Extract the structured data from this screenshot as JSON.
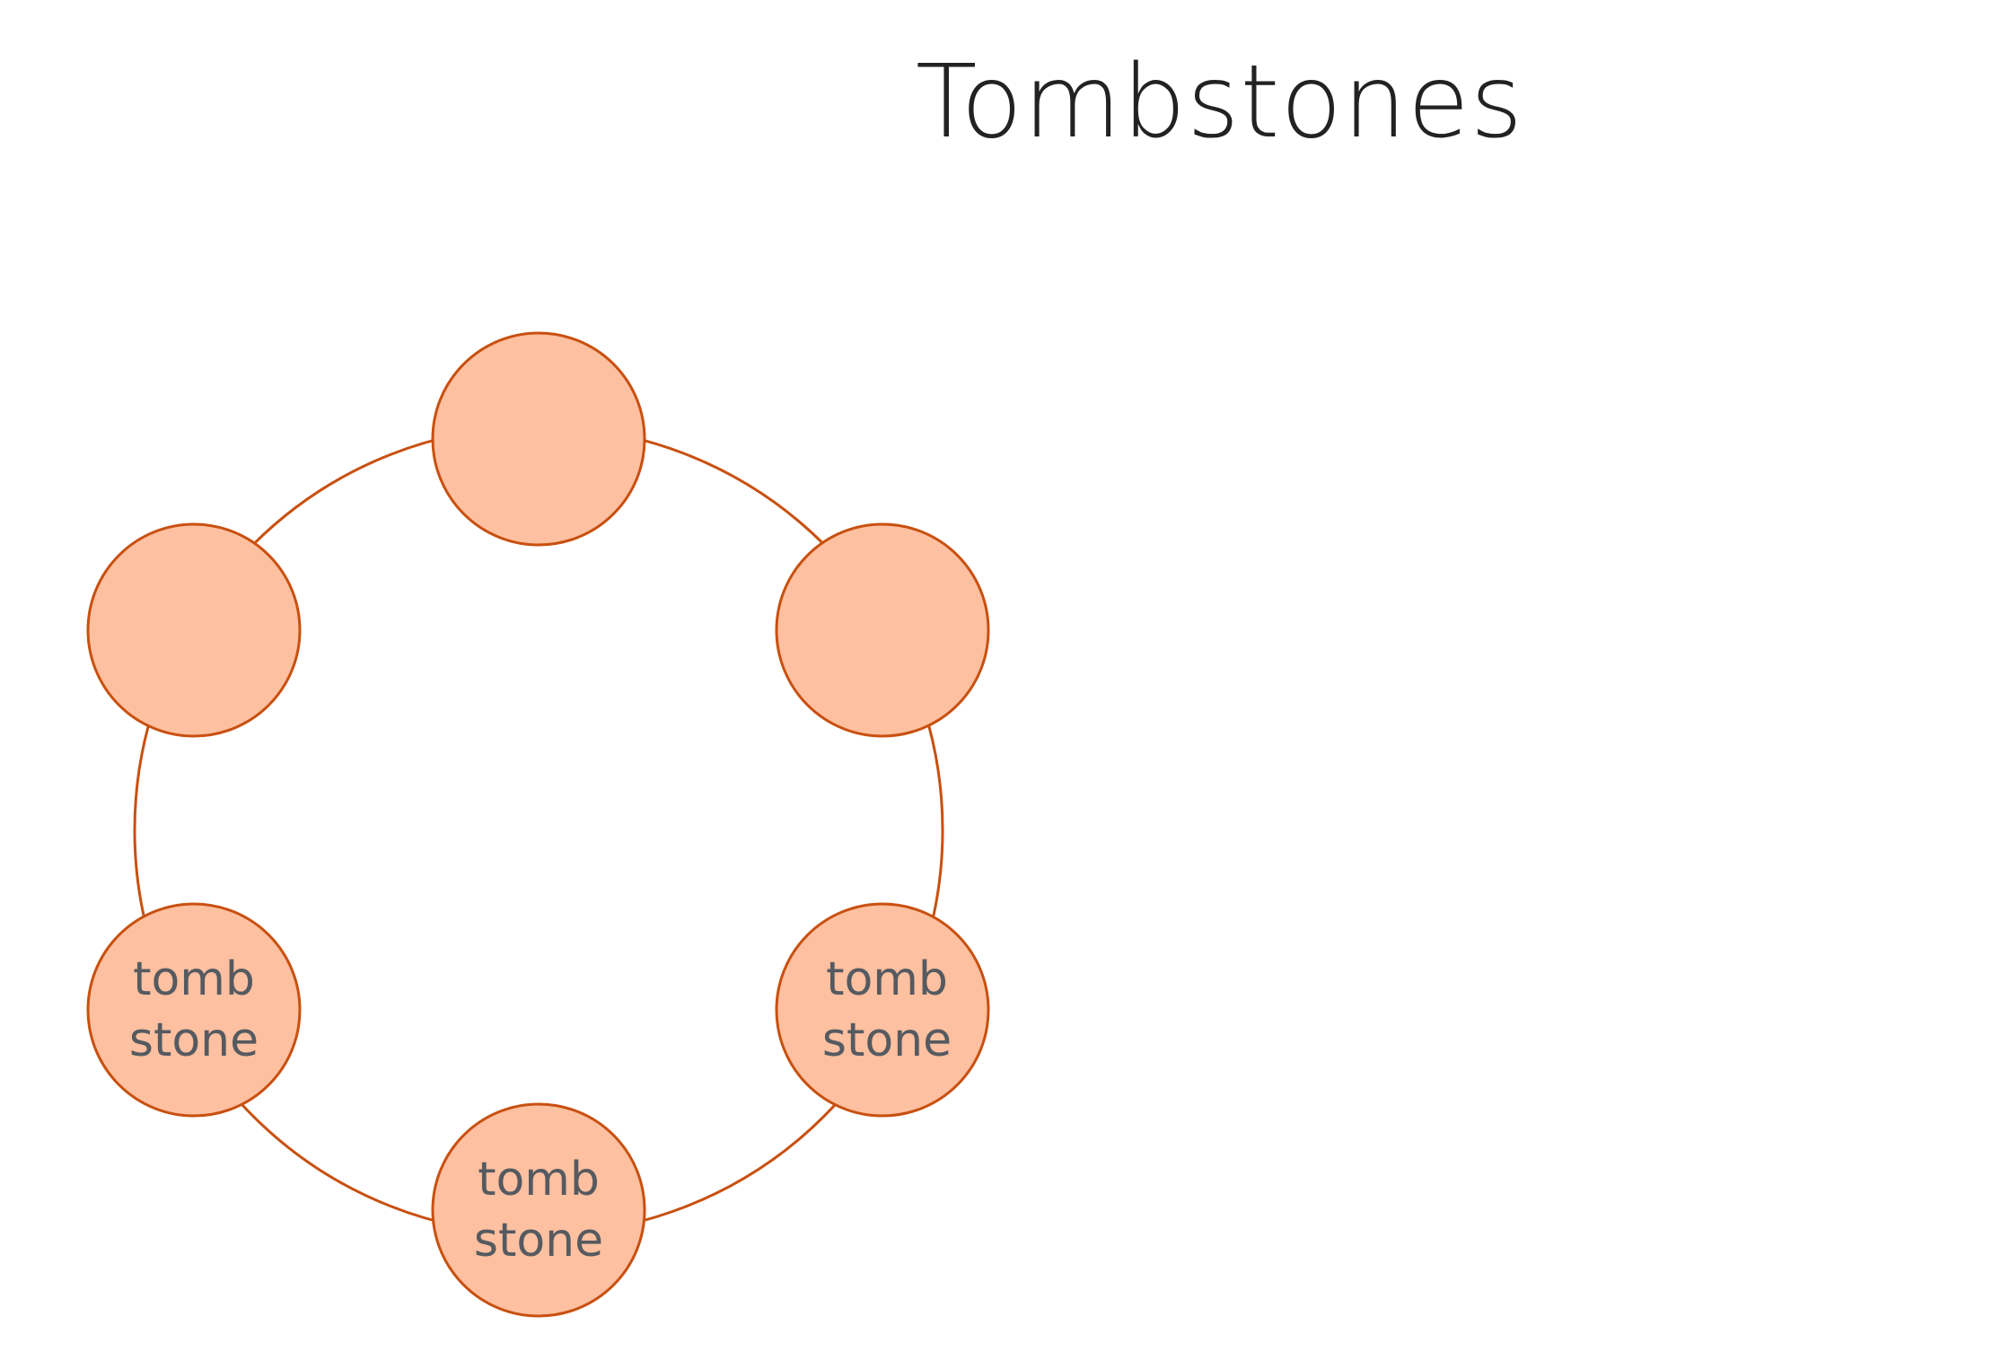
{
  "title": "Tombstones",
  "colors": {
    "node_fill": "#fdc0a0",
    "node_stroke": "#c85010",
    "ring_stroke": "#c85010",
    "label": "#555a60"
  },
  "ring": {
    "nodes": [
      {
        "id": "top",
        "lines": []
      },
      {
        "id": "upper-right",
        "lines": []
      },
      {
        "id": "lower-right",
        "lines": [
          "tomb",
          "stone"
        ]
      },
      {
        "id": "bottom",
        "lines": [
          "tomb",
          "stone"
        ]
      },
      {
        "id": "lower-left",
        "lines": [
          "tomb",
          "stone"
        ]
      },
      {
        "id": "upper-left",
        "lines": []
      }
    ]
  }
}
